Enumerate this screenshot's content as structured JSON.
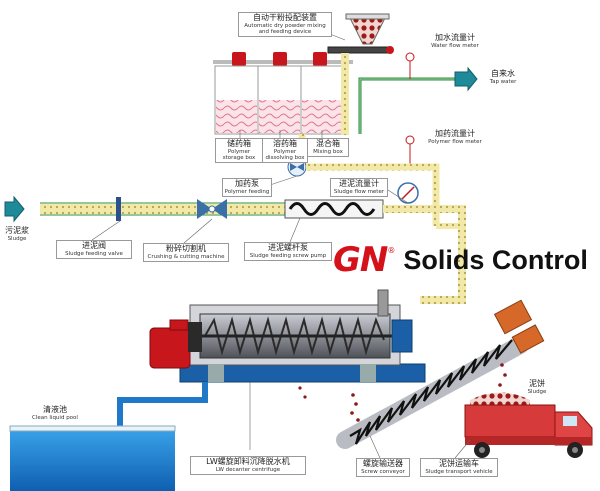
{
  "colors": {
    "pipe_green": "#2e8b3c",
    "pipe_yellow": "#f2e9a8",
    "water_blue": "#1f78c8",
    "motor_red": "#c8171c",
    "centrifuge_gray": "#8c8f96",
    "brand_red": "#d5111a",
    "arrow_teal": "#1f8a9a"
  },
  "labels": {
    "dry_powder": {
      "zh": "自动干粉投配装置",
      "en1": "Automatic dry powder mixing",
      "en2": "and feeding device"
    },
    "water_flow": {
      "zh": "加水流量计",
      "en": "Water flow meter"
    },
    "tap_water": {
      "zh": "自来水",
      "en": "Tap water"
    },
    "storage_box": {
      "zh": "储药箱",
      "en1": "Polymer",
      "en2": "storage box"
    },
    "dissolving_box": {
      "zh": "溶药箱",
      "en": "Polymer dissolving box"
    },
    "mixing_box": {
      "zh": "混合箱",
      "en": "Mixing box"
    },
    "polymer_flow": {
      "zh": "加药流量计",
      "en": "Polymer flow meter"
    },
    "polymer_feeding": {
      "zh": "加药泵",
      "en": "Polymer feeding"
    },
    "sludge_flow": {
      "zh": "进泥流量计",
      "en": "Sludge flow meter"
    },
    "sludge_in": {
      "zh": "污泥浆",
      "en": "Sludge"
    },
    "feed_valve": {
      "zh": "进泥阀",
      "en": "Sludge feeding valve"
    },
    "crushing": {
      "zh": "粉碎切割机",
      "en": "Crushing & cutting machine"
    },
    "screw_pump": {
      "zh": "进泥螺杆泵",
      "en": "Sludge feeding screw pump"
    },
    "clean_pool": {
      "zh": "清液池",
      "en": "Clean liquid pool"
    },
    "centrifuge": {
      "zh": "LW螺旋卸料沉降脱水机",
      "en": "LW decanter centrifuge"
    },
    "screw_conveyor": {
      "zh": "螺旋输送器",
      "en": "Screw conveyor"
    },
    "sludge_vehicle": {
      "zh": "泥饼运输车",
      "en": "Sludge transport vehicle"
    },
    "sludge_cake": {
      "zh": "泥饼",
      "en": "Sludge"
    }
  },
  "brand": {
    "gn": "GN",
    "reg": "®",
    "name": "Solids Control"
  },
  "icons": [
    "inlet-arrow-icon",
    "flow-meter-icon",
    "valve-icon",
    "cutter-icon",
    "screw-pump-icon",
    "motor-icon",
    "truck-icon"
  ]
}
